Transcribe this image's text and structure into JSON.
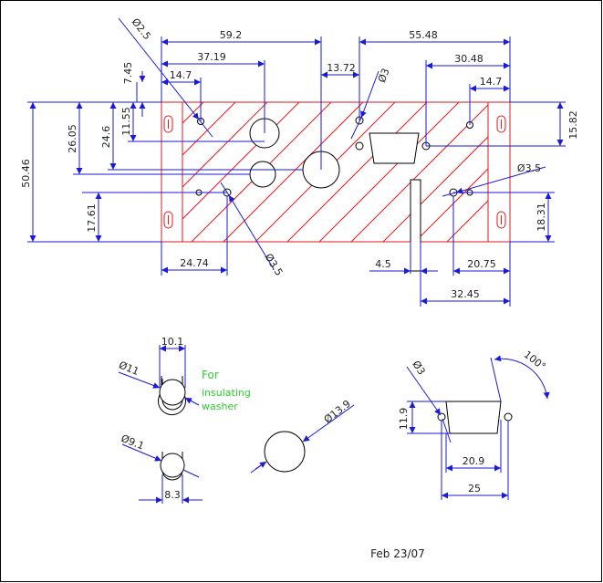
{
  "colors": {
    "dimension": "#1a1ad8",
    "part": "#e01a1a",
    "outline": "#000000",
    "note": "#2ecc2e",
    "text": "#222222"
  },
  "dimensions": {
    "top_overall": "59.2",
    "top_right_overall": "55.48",
    "dia_2_5_top": "Ø2.5",
    "d_37_19": "37.19",
    "d_13_72": "13.72",
    "dia_3_top": "Ø3",
    "d_30_48": "30.48",
    "d_14_7_left": "14.7",
    "d_14_7_right": "14.7",
    "d_7_45": "7.45",
    "d_11_55": "11.55",
    "d_26_05": "26.05",
    "d_24_6": "24.6",
    "d_50_46": "50.46",
    "d_15_82": "15.82",
    "dia_3_5_right": "Ø3.5",
    "d_17_61": "17.61",
    "d_18_31": "18.31",
    "d_24_74": "24.74",
    "dia_3_5_bottom": "Ø3.5",
    "d_4_5": "4.5",
    "d_20_75": "20.75",
    "d_32_45": "32.45"
  },
  "details": {
    "d_10_1": "10.1",
    "dia_11": "Ø11",
    "note_line1": "For",
    "note_line2": "insulating",
    "note_line3": "washer",
    "dia_9_1": "Ø9.1",
    "d_8_3": "8.3",
    "dia_13_9": "Ø13.9",
    "dia_3_conn": "Ø3",
    "angle_100": "100°",
    "d_11_9": "11.9",
    "d_20_9": "20.9",
    "d_25": "25"
  },
  "date_label": "Feb 23/07"
}
